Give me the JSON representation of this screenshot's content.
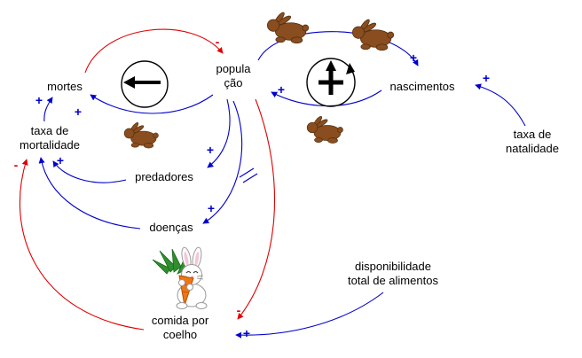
{
  "nodes": {
    "populacao": {
      "l1": "popula",
      "l2": "ção"
    },
    "mortes": "mortes",
    "nascimentos": "nascimentos",
    "taxa_mortalidade": {
      "l1": "taxa de",
      "l2": "mortalidade"
    },
    "taxa_natalidade": {
      "l1": "taxa de",
      "l2": "natalidade"
    },
    "predadores": "predadores",
    "doencas": "doenças",
    "comida_por_coelho": {
      "l1": "comida por",
      "l2": "coelho"
    },
    "disponibilidade": {
      "l1": "disponibilidade",
      "l2": "total de alimentos"
    }
  },
  "signs": {
    "minus_mortes_populacao": "-",
    "plus_populacao_nascimentos": "+",
    "plus_natalidade_nascimentos": "+",
    "plus_nascimentos_populacao": "+",
    "plus_mortalidade_mortes": "+",
    "plus_populacao_mortes": "+",
    "plus_populacao_predadores": "+",
    "plus_predadores_mortalidade": "+",
    "minus_comida_mortalidade": "-",
    "plus_populacao_doencas": "+",
    "minus_populacao_comida": "-",
    "plus_disponibilidade_comida": "+"
  },
  "colors": {
    "positive_link": "#0000cc",
    "negative_link": "#e00000",
    "rabbit_brown": "#8a4d1f",
    "carrot_orange": "#ef7612",
    "leaf_green": "#2d8f2d"
  }
}
